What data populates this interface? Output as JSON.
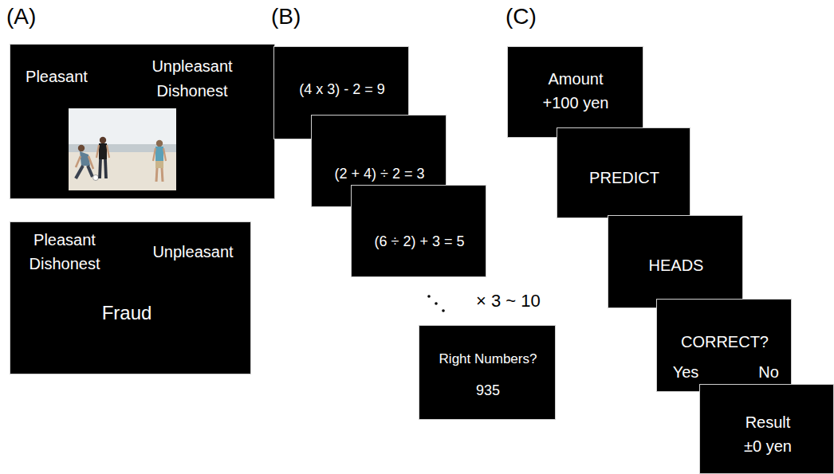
{
  "diagram": {
    "nodes": [
      {
        "text": [
          "Pleasant",
          "Unpleasant",
          "Dishonest"
        ]
      },
      {
        "text": [
          "Pleasant",
          "Unpleasant",
          "Dishonest",
          "Fraud"
        ]
      },
      {
        "text": [
          "(4 x 3) - 2 = 9"
        ]
      },
      {
        "text": [
          "(2 + 4) ÷ 2 = 3"
        ]
      },
      {
        "text": [
          "(6 ÷ 2) + 3 = 5"
        ]
      },
      {
        "text": [
          "Right Numbers?",
          "935"
        ]
      },
      {
        "text": [
          "Amount +100 yen"
        ]
      },
      {
        "text": [
          "PREDICT"
        ]
      },
      {
        "text": [
          "HEADS"
        ]
      },
      {
        "text": [
          "CORRECT?",
          "Yes",
          "No"
        ]
      },
      {
        "text": [
          "Result ±0 yen"
        ]
      }
    ],
    "labels": [
      "(A)",
      "(B)",
      "(C)",
      "× 3 ~ 10"
    ]
  }
}
